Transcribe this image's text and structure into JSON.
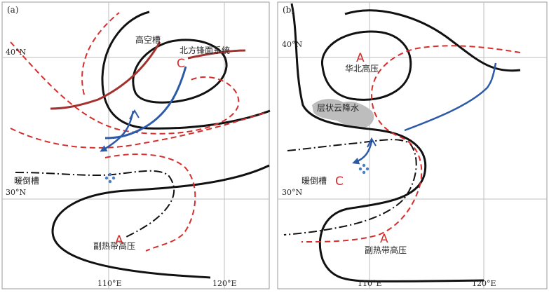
{
  "panels": [
    {
      "id": "a",
      "tag": "(a)",
      "lat_label": [
        "40°N",
        "30°N"
      ],
      "lon_label": [
        "110°E",
        "120°E"
      ],
      "labels": {
        "upper_trough": "高空槽",
        "front": "北方锋面系统",
        "warm_trough": "暖倒槽",
        "subtropical_high": "副热带高压"
      },
      "symbols": {
        "cyclone": "C",
        "anticyclone": "A"
      }
    },
    {
      "id": "b",
      "tag": "(b)",
      "lat_label": [
        "40°N",
        "30°N"
      ],
      "lon_label": [
        "110°E",
        "120°E"
      ],
      "labels": {
        "north_china_high": "华北高压",
        "stratiform_rain": "层状云降水",
        "warm_trough": "暖倒槽",
        "subtropical_high": "副热带高压"
      },
      "symbols": {
        "anticyclone_north": "A",
        "cyclone": "C",
        "anticyclone_south": "A"
      }
    }
  ],
  "colors": {
    "geopotential": "#111111",
    "trough_line": "#a3312e",
    "isotherm": "#d62d2d",
    "front_and_flow": "#2d5aa8",
    "rain_marker": "#4a7fc4",
    "cloud": "#bdbdbd",
    "grid": "#bfbfbf",
    "border": "#9a9a9a"
  }
}
